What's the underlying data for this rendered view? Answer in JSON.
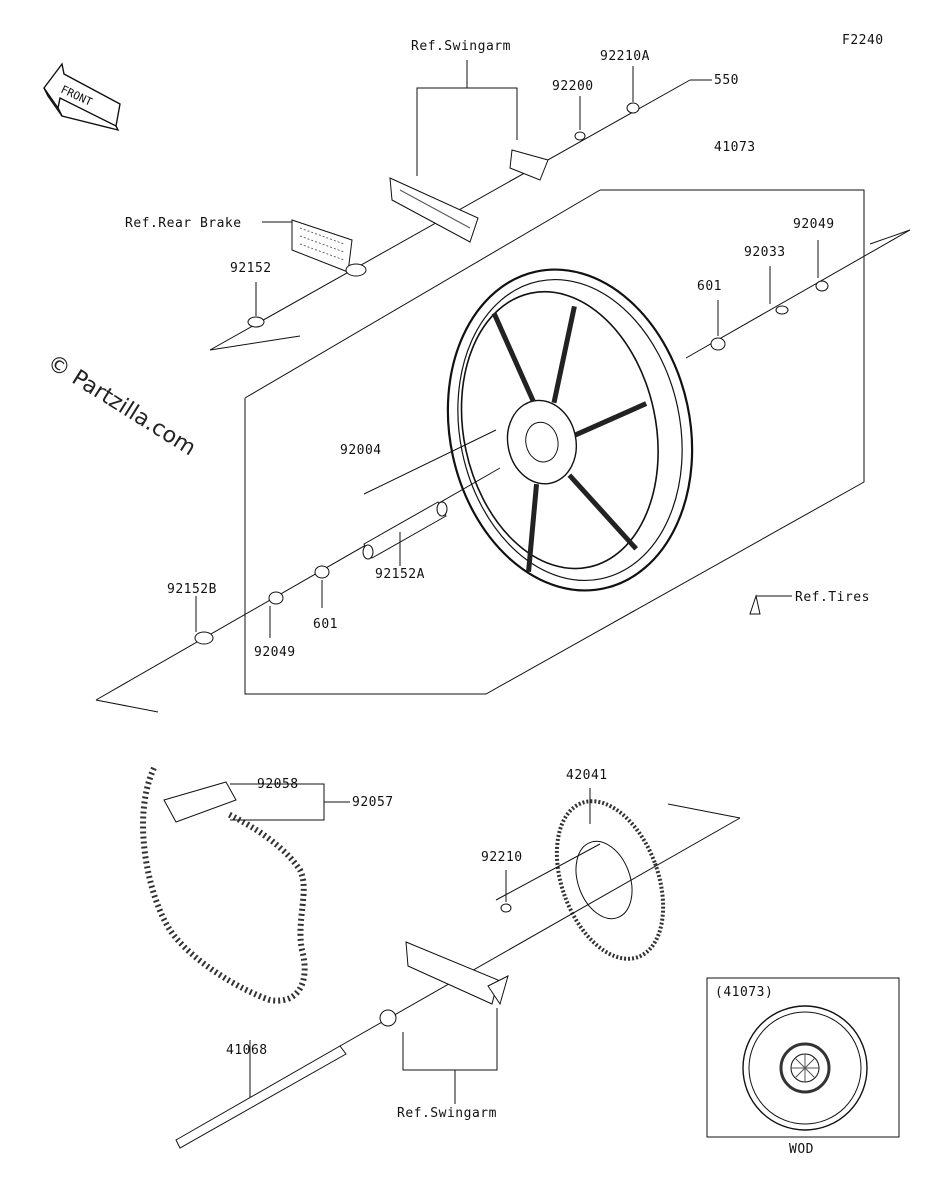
{
  "diagram_code": "F2240",
  "front_label": "FRONT",
  "watermark": "© Partzilla.com",
  "parts": {
    "p550": "550",
    "p92210A": "92210A",
    "p92200": "92200",
    "ref_swingarm_top": "Ref.Swingarm",
    "ref_rear_brake": "Ref.Rear Brake",
    "p41073": "41073",
    "p92049_top": "92049",
    "p92033": "92033",
    "p601_top": "601",
    "p92152": "92152",
    "p92004": "92004",
    "p92152A": "92152A",
    "p92152B": "92152B",
    "p92049_bottom": "92049",
    "p601_bottom": "601",
    "ref_tires": "Ref.Tires",
    "p92058": "92058",
    "p92057": "92057",
    "p42041": "42041",
    "p92210": "92210",
    "p41068": "41068",
    "ref_swingarm_bottom": "Ref.Swingarm"
  },
  "inset": {
    "title": "(41073)",
    "caption": "WOD"
  }
}
